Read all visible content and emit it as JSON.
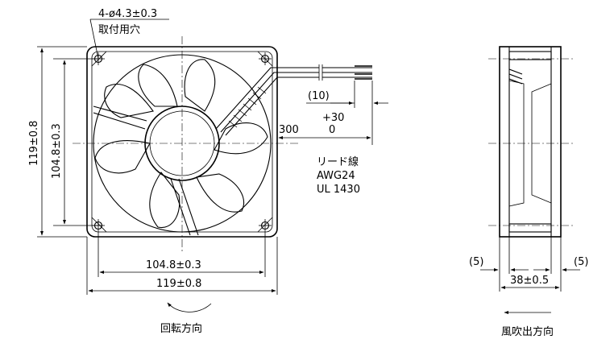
{
  "front_view": {
    "mounting_hole_spec": "4-ø4.3±0.3",
    "mounting_hole_note": "取付用穴",
    "vertical_outer_dim": "119±0.8",
    "vertical_inner_dim": "104.8±0.3",
    "horizontal_inner_dim": "104.8±0.3",
    "horizontal_outer_dim": "119±0.8",
    "rotation_label": "回転方向"
  },
  "lead_wire": {
    "offset_dim": "(10)",
    "length_tolerance_upper": "+30",
    "length_nominal": "300",
    "length_tolerance_lower": "0",
    "label_line1": "リード線",
    "label_line2": "AWG24",
    "label_line3": "UL 1430"
  },
  "side_view": {
    "left_gap_dim": "(5)",
    "right_gap_dim": "(5)",
    "depth_dim": "38±0.5",
    "airflow_label": "風吹出方向"
  }
}
